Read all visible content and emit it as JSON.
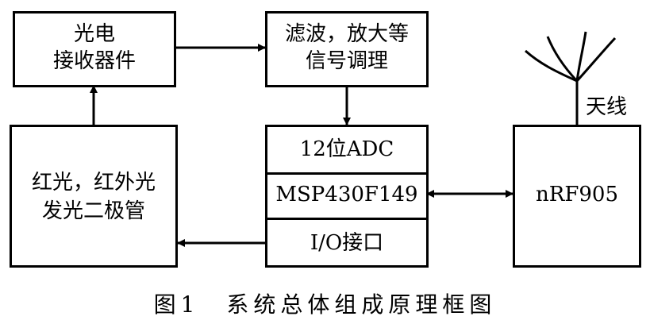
{
  "blocks": {
    "photo_receiver": [
      "光电",
      "接收器件"
    ],
    "filter_amp": [
      "滤波，放大等",
      "信号调理"
    ],
    "emitter": [
      "红光，红外光",
      "发光二极管"
    ],
    "adc": "12位ADC",
    "mcu": "MSP430F149",
    "io": "I/O接口",
    "rf": "nRF905",
    "antenna": "天线"
  },
  "caption": "图1　系统总体组成原理框图"
}
